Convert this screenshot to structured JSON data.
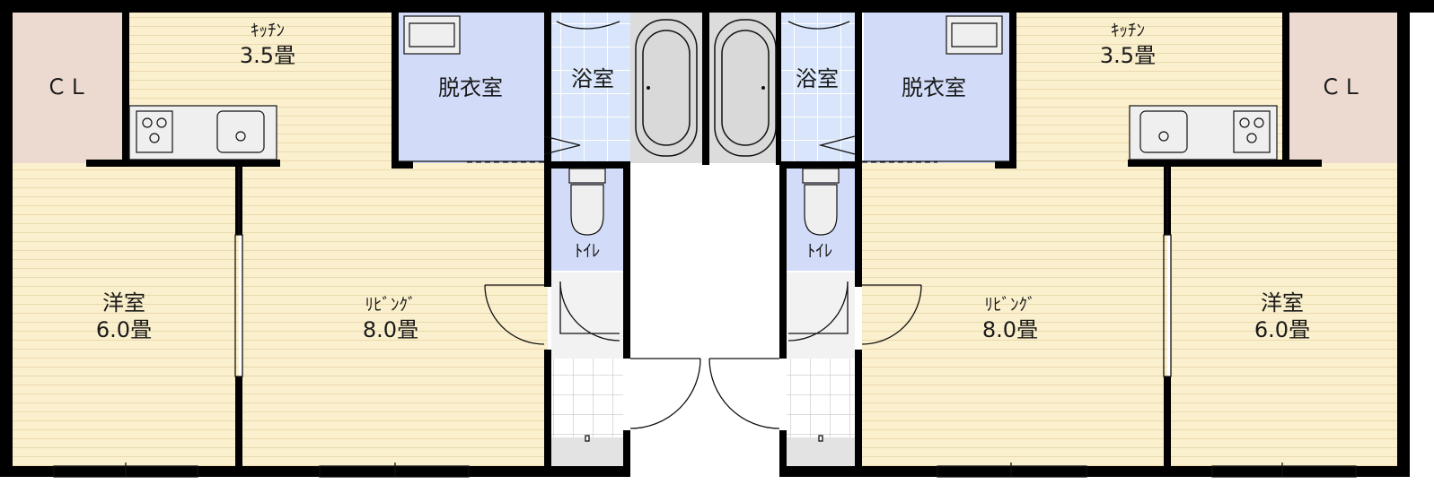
{
  "plan": {
    "units": [
      {
        "id": "left",
        "rooms": {
          "closet": "ＣＬ",
          "kitchen_name": "ｷｯﾁﾝ",
          "kitchen_size": "3.5畳",
          "dressing": "脱衣室",
          "bath": "浴室",
          "toilet": "ﾄｲﾚ",
          "living_name": "ﾘﾋﾞﾝｸﾞ",
          "living_size": "8.0畳",
          "western_name": "洋室",
          "western_size": "6.0畳"
        }
      },
      {
        "id": "right",
        "rooms": {
          "closet": "ＣＬ",
          "kitchen_name": "ｷｯﾁﾝ",
          "kitchen_size": "3.5畳",
          "dressing": "脱衣室",
          "bath": "浴室",
          "toilet": "ﾄｲﾚ",
          "living_name": "ﾘﾋﾞﾝｸﾞ",
          "living_size": "8.0畳",
          "western_name": "洋室",
          "western_size": "6.0畳"
        }
      }
    ],
    "colors": {
      "wood_floor": "#fbf0cd",
      "wet_room": "#d2dcf8",
      "closet": "#ecdad0",
      "tile_floor": "#d8e5fa",
      "wall": "#000000"
    }
  }
}
